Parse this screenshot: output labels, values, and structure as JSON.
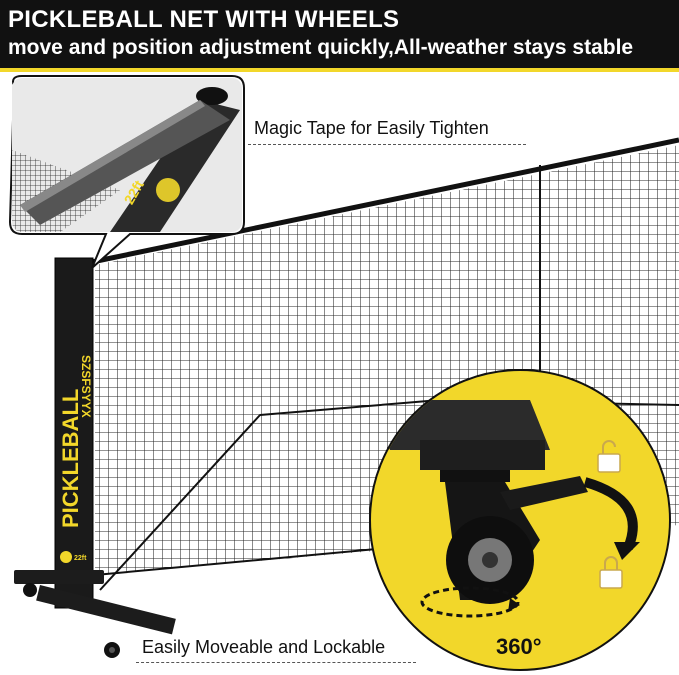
{
  "banner": {
    "title": "PICKLEBALL NET WITH WHEELS",
    "subtitle": "move and position adjustment quickly,All-weather stays stable"
  },
  "callouts": {
    "magic_tape": "Magic Tape for Easily Tighten",
    "moveable": "Easily Moveable and Lockable",
    "rotation": "360°"
  },
  "post_text": {
    "brand": "PICKLEBALL",
    "maker": "SZSFSYYX",
    "size": "22ft"
  },
  "colors": {
    "accent": "#f2d72a",
    "banner_bg": "#111111",
    "frame": "#1a1a1a"
  }
}
